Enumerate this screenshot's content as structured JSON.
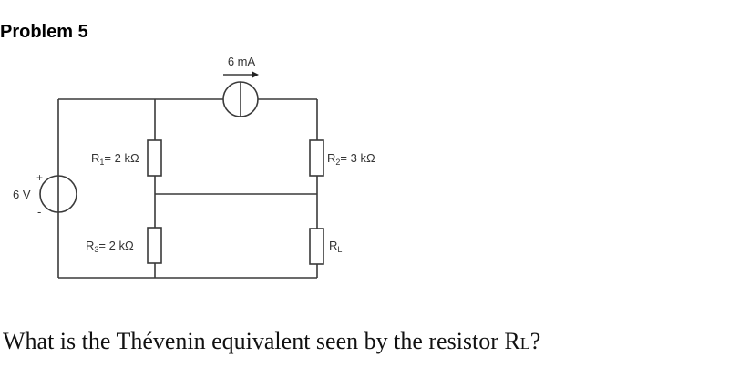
{
  "title": "Problem 5",
  "circuit": {
    "current_source": {
      "label": "6 mA"
    },
    "voltage_source": {
      "label": "6 V",
      "plus": "+",
      "minus": "-"
    },
    "r1": {
      "name": "R",
      "sub": "1",
      "value": "= 2 kΩ"
    },
    "r2": {
      "name": "R",
      "sub": "2",
      "value": "= 3 kΩ"
    },
    "r3": {
      "name": "R",
      "sub": "3",
      "value": "= 2 kΩ"
    },
    "rl": {
      "name": "R",
      "sub": "L"
    }
  },
  "question": {
    "text": "What is the Thévenin equivalent seen by the resistor R",
    "sub": "L",
    "end": "?"
  }
}
